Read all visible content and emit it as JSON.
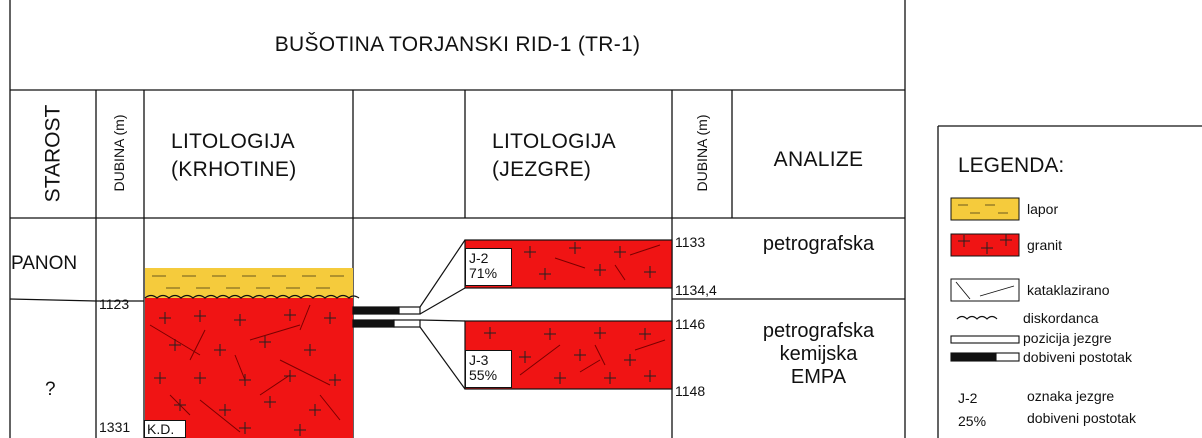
{
  "title": "BUŠOTINA TORJANSKI RID-1 (TR-1)",
  "columns": {
    "age": "STAROST",
    "depth_left": "DUBINA (m)",
    "lith_cuttings": [
      "LITOLOGIJA",
      "(KRHOTINE)"
    ],
    "lith_cores": [
      "LITOLOGIJA",
      "(JEZGRE)"
    ],
    "depth_right": "DUBINA (m)",
    "analyses": "ANALIZE"
  },
  "ages": {
    "panon": "PANON",
    "unknown": "?"
  },
  "depths_left": {
    "d1": "1123",
    "d2": "1331"
  },
  "kd_label": "K.D.",
  "cores": [
    {
      "label": "J-2",
      "recovery": "71%",
      "top": "1133",
      "bottom": "1134,4",
      "analysis": [
        "petrografska"
      ]
    },
    {
      "label": "J-3",
      "recovery": "55%",
      "top": "1146",
      "bottom": "1148",
      "analysis": [
        "petrografska",
        "kemijska",
        "EMPA"
      ]
    }
  ],
  "colors": {
    "lapor": "#F5CB3C",
    "granit": "#F01414",
    "line": "#111111"
  },
  "legend": {
    "title": "LEGENDA:",
    "items": [
      {
        "icon": "marl-pattern-icon",
        "label": "lapor"
      },
      {
        "icon": "granite-pattern-icon",
        "label": "granit"
      },
      {
        "icon": "cataclasis-pattern-icon",
        "label": "kataklazirano"
      },
      {
        "icon": "unconformity-line-icon",
        "label": "diskordanca"
      },
      {
        "icon": "core-position-bar-icon",
        "label": "pozicija jezgre"
      },
      {
        "icon": "core-recovery-bar-icon",
        "label": "dobiveni postotak"
      },
      {
        "sample": "J-2",
        "label": "oznaka jezgre"
      },
      {
        "sample": "25%",
        "label": "dobiveni postotak"
      }
    ]
  }
}
